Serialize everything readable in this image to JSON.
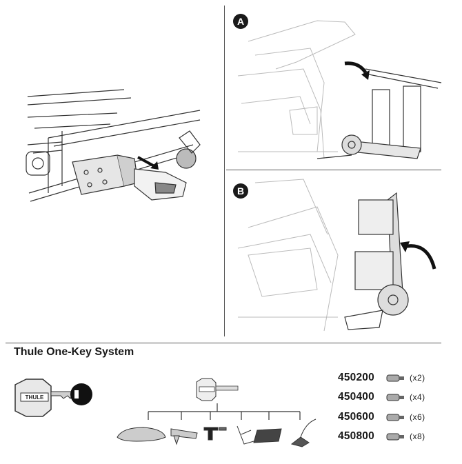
{
  "panels": {
    "a_label": "A",
    "b_label": "B"
  },
  "one_key": {
    "title": "Thule One-Key System",
    "key_brand": "THULE",
    "kits": [
      {
        "code": "450200",
        "count": "(x2)"
      },
      {
        "code": "450400",
        "count": "(x4)"
      },
      {
        "code": "450600",
        "count": "(x6)"
      },
      {
        "code": "450800",
        "count": "(x8)"
      }
    ]
  },
  "icons": {
    "key": "key-icon",
    "lock_cylinder": "lock-cylinder-icon",
    "accessories": [
      "roof-box-icon",
      "bike-carrier-icon",
      "roof-rack-foot-icon",
      "fork-mount-icon",
      "cargo-basket-icon",
      "towbar-bike-rack-icon"
    ]
  }
}
